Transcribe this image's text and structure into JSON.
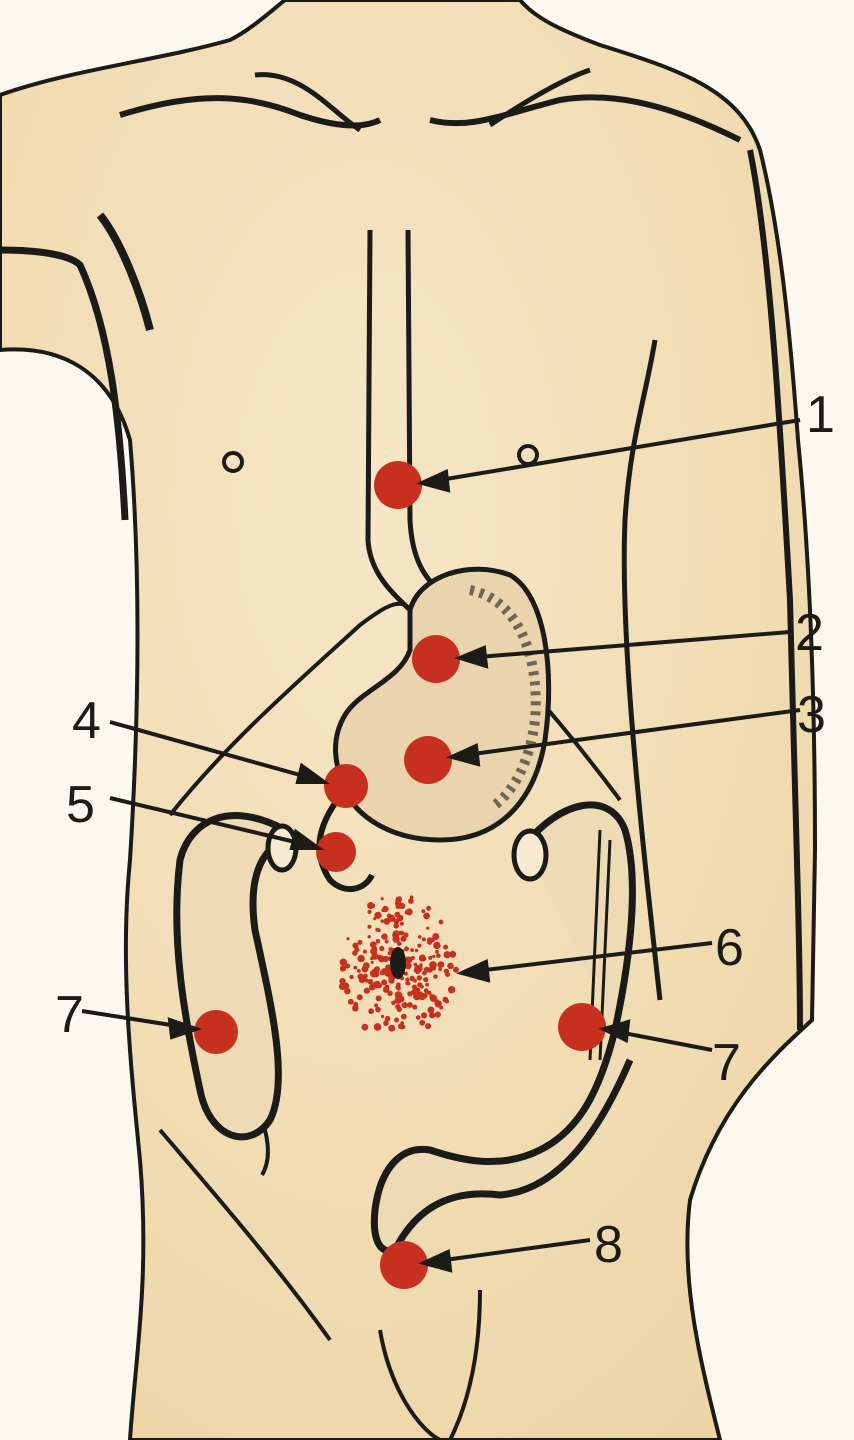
{
  "colors": {
    "skin": "#f1dcb3",
    "skin_shade": "#e6c592",
    "ink": "#1d1b17",
    "lesion": "#c7301f",
    "paper": "#fbf8ef"
  },
  "markers": [
    {
      "label": "1",
      "organ": "esophagus"
    },
    {
      "label": "2",
      "organ": "stomach cardia"
    },
    {
      "label": "3",
      "organ": "stomach body"
    },
    {
      "label": "4",
      "organ": "pylorus"
    },
    {
      "label": "5",
      "organ": "duodenum"
    },
    {
      "label": "6",
      "organ": "umbilical region"
    },
    {
      "label": "7",
      "organ": "ascending colon"
    },
    {
      "label": "7",
      "organ": "descending colon"
    },
    {
      "label": "8",
      "organ": "sigmoid colon"
    }
  ]
}
